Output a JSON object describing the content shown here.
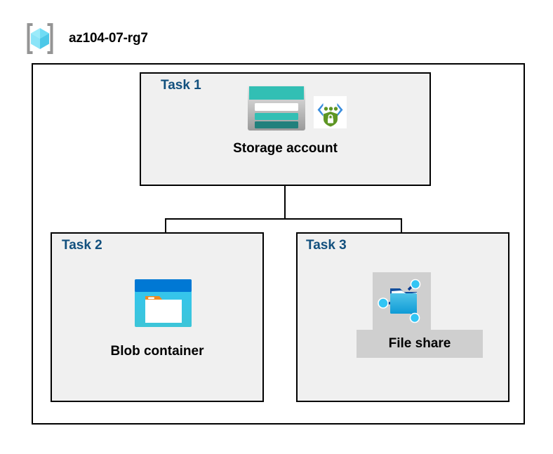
{
  "header": {
    "resource_group_name": "az104-07-rg7",
    "icon": "resource-group-icon"
  },
  "diagram": {
    "type": "azure-architecture-diagram",
    "container_label": "resource-group-boundary",
    "colors": {
      "task_label": "#12507E",
      "task_box_fill": "#F0F0F0",
      "border": "#000000",
      "highlight": "#CFCFCF",
      "azure_blue": "#0078D4",
      "storage_teal": "#32BFB4",
      "shield_green": "#5E9624",
      "cube_cyan": "#86E0F5"
    },
    "tasks": [
      {
        "task_label": "Task 1",
        "node_label": "Storage account",
        "icons": [
          "storage-account-icon",
          "secure-endpoint-icon"
        ],
        "highlighted": false
      },
      {
        "task_label": "Task 2",
        "node_label": "Blob container",
        "icons": [
          "blob-container-icon"
        ],
        "highlighted": false
      },
      {
        "task_label": "Task 3",
        "node_label": "File share",
        "icons": [
          "file-share-icon"
        ],
        "highlighted": true
      }
    ],
    "connections": [
      {
        "from": "Storage account",
        "to": "Blob container"
      },
      {
        "from": "Storage account",
        "to": "File share"
      }
    ]
  }
}
